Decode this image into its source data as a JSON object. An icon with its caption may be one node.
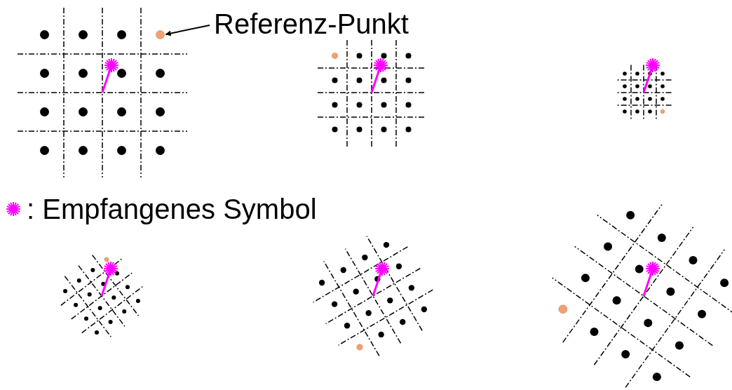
{
  "diagram": {
    "nodes": [
      {
        "text": [
          "Referenz-Punkt"
        ]
      },
      {
        "text": [],
        "shape": "circle"
      }
    ],
    "edges": [
      {
        "from": 0,
        "to": 1,
        "arrow": "to"
      }
    ],
    "legend": [
      {
        "text": ": Empfangenes Symbol"
      }
    ]
  }
}
